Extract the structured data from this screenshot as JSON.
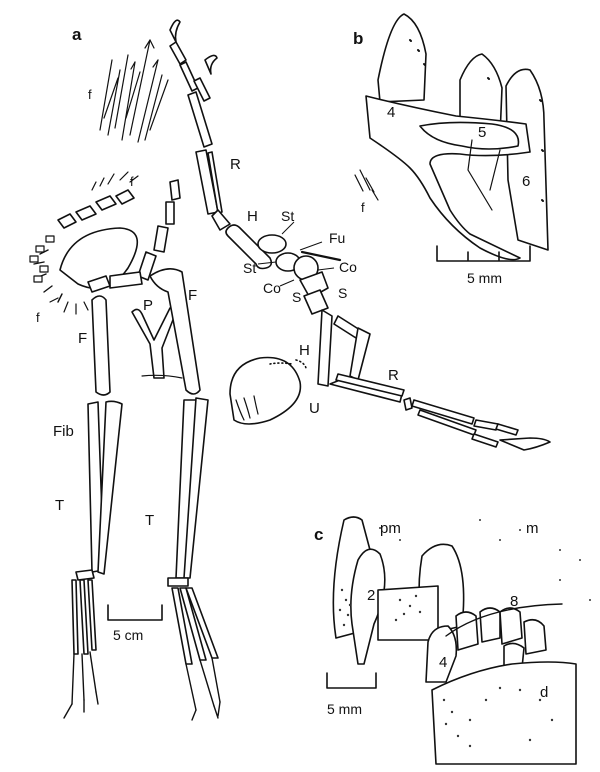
{
  "panels": {
    "a": {
      "label": "a",
      "labels": {
        "f_top": "f",
        "f_neck": "f",
        "f_lower": "f",
        "f_mid": "f",
        "R_upper": "R",
        "H_upper": "H",
        "St_top": "St",
        "Fu": "Fu",
        "St_left": "St",
        "Co_right": "Co",
        "Co_left": "Co",
        "S_left": "S",
        "S_right": "S",
        "P": "P",
        "F_right": "F",
        "F_left": "F",
        "H_lower": "H",
        "R_lower": "R",
        "U": "U",
        "Fib": "Fib",
        "T_left": "T",
        "T_right": "T"
      },
      "scale": "5 cm"
    },
    "b": {
      "label": "b",
      "teeth": [
        "4",
        "5",
        "6"
      ],
      "scale": "5 mm"
    },
    "c": {
      "label": "c",
      "labels": {
        "pm": "pm",
        "m": "m",
        "tooth2": "2",
        "tooth4": "4",
        "tooth8": "8",
        "d": "d"
      },
      "scale": "5 mm"
    }
  },
  "colors": {
    "ink": "#111111",
    "paper": "#ffffff",
    "stipple": "#333333"
  }
}
